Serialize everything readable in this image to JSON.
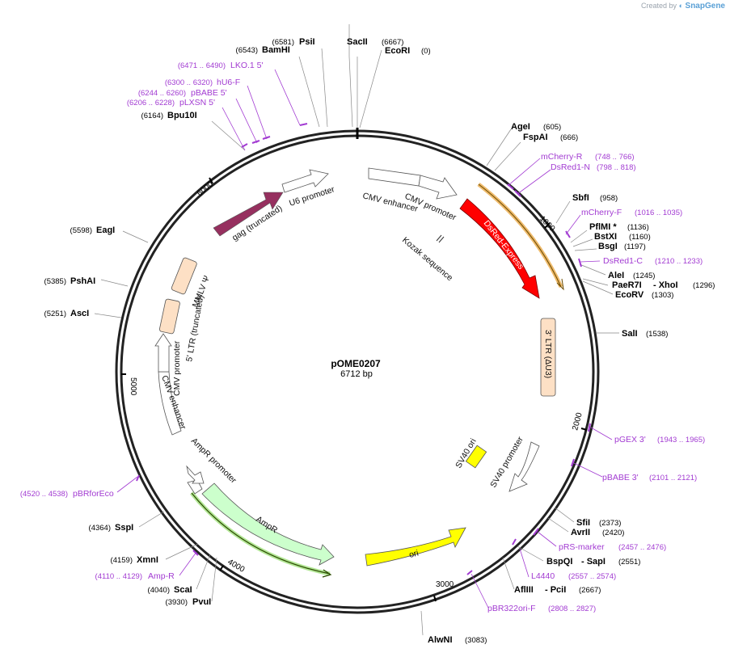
{
  "credit": {
    "prefix": "Created by",
    "brand": "SnapGene"
  },
  "plasmid": {
    "name": "pOME0207",
    "length_label": "6712 bp"
  },
  "ticks": [
    {
      "label": "1000"
    },
    {
      "label": "2000"
    },
    {
      "label": "3000"
    },
    {
      "label": "4000"
    },
    {
      "label": "5000"
    },
    {
      "label": "6000"
    }
  ],
  "sites": [
    {
      "name": "PsiI",
      "pos": "(6581)"
    },
    {
      "name": "BamHI",
      "pos": "(6543)"
    },
    {
      "name": "SacII",
      "pos": "(6667)"
    },
    {
      "name": "EcoRI",
      "pos": "(0)"
    },
    {
      "name": "Bpu10I",
      "pos": "(6164)"
    },
    {
      "name": "AgeI",
      "pos": "(605)"
    },
    {
      "name": "FspAI",
      "pos": "(666)"
    },
    {
      "name": "SbfI",
      "pos": "(958)"
    },
    {
      "name": "PflMI *",
      "pos": "(1136)"
    },
    {
      "name": "BstXI",
      "pos": "(1160)"
    },
    {
      "name": "BsgI",
      "pos": "(1197)"
    },
    {
      "name": "AleI",
      "pos": "(1245)"
    },
    {
      "name": "PaeR7I",
      "pos": ""
    },
    {
      "name": "- XhoI",
      "pos": "(1296)"
    },
    {
      "name": "EcoRV",
      "pos": "(1303)"
    },
    {
      "name": "SalI",
      "pos": "(1538)"
    },
    {
      "name": "EagI",
      "pos": "(5598)"
    },
    {
      "name": "PshAI",
      "pos": "(5385)"
    },
    {
      "name": "AscI",
      "pos": "(5251)"
    },
    {
      "name": "SfiI",
      "pos": "(2373)"
    },
    {
      "name": "AvrII",
      "pos": "(2420)"
    },
    {
      "name": "BspQI",
      "pos": ""
    },
    {
      "name": "- SapI",
      "pos": "(2551)"
    },
    {
      "name": "AflIII",
      "pos": ""
    },
    {
      "name": "- PciI",
      "pos": "(2667)"
    },
    {
      "name": "AlwNI",
      "pos": "(3083)"
    },
    {
      "name": "SspI",
      "pos": "(4364)"
    },
    {
      "name": "XmnI",
      "pos": "(4159)"
    },
    {
      "name": "ScaI",
      "pos": "(4040)"
    },
    {
      "name": "PvuI",
      "pos": "(3930)"
    }
  ],
  "primers": [
    {
      "name": "LKO.1 5'",
      "pos": "(6471 .. 6490)"
    },
    {
      "name": "hU6-F",
      "pos": "(6300 .. 6320)"
    },
    {
      "name": "pBABE 5'",
      "pos": "(6244 .. 6260)"
    },
    {
      "name": "pLXSN 5'",
      "pos": "(6206 .. 6228)"
    },
    {
      "name": "mCherry-R",
      "pos": "(748 .. 766)"
    },
    {
      "name": "DsRed1-N",
      "pos": "(798 .. 818)"
    },
    {
      "name": "mCherry-F",
      "pos": "(1016 .. 1035)"
    },
    {
      "name": "DsRed1-C",
      "pos": "(1210 .. 1233)"
    },
    {
      "name": "pGEX 3'",
      "pos": "(1943 .. 1965)"
    },
    {
      "name": "pBABE 3'",
      "pos": "(2101 .. 2121)"
    },
    {
      "name": "pRS-marker",
      "pos": "(2457 .. 2476)"
    },
    {
      "name": "L4440",
      "pos": "(2557 .. 2574)"
    },
    {
      "name": "pBR322ori-F",
      "pos": "(2808 .. 2827)"
    },
    {
      "name": "pBRforEco",
      "pos": "(4520 .. 4538)"
    },
    {
      "name": "Amp-R",
      "pos": "(4110 .. 4129)"
    }
  ],
  "features": [
    {
      "name": "gag (truncated)",
      "color": "#96305f"
    },
    {
      "name": "U6 promoter",
      "color": "#ffffff"
    },
    {
      "name": "CMV enhancer",
      "color": "#ffffff"
    },
    {
      "name": "CMV promoter",
      "color": "#ffffff"
    },
    {
      "name": "DsRed-Express",
      "color": "#ff0000"
    },
    {
      "name": "Kozak sequence",
      "color": "#ffffff"
    },
    {
      "name": "3' LTR (ΔU3)",
      "color": "#fde0c5"
    },
    {
      "name": "SV40 ori",
      "color": "#ffff00"
    },
    {
      "name": "SV40 promoter",
      "color": "#ffffff"
    },
    {
      "name": "ori",
      "color": "#ffff00"
    },
    {
      "name": "AmpR",
      "color": "#ccffcc"
    },
    {
      "name": "AmpR promoter",
      "color": "#ffffff"
    },
    {
      "name": "CMV enhancer",
      "color": "#ffffff"
    },
    {
      "name": "CMV promoter",
      "color": "#ffffff"
    },
    {
      "name": "5' LTR (truncated)",
      "color": "#fde0c5"
    },
    {
      "name": "MMLV Ψ",
      "color": "#fde0c5"
    }
  ],
  "colors": {
    "primer": "#a23bd2",
    "backbone": "#222222"
  }
}
